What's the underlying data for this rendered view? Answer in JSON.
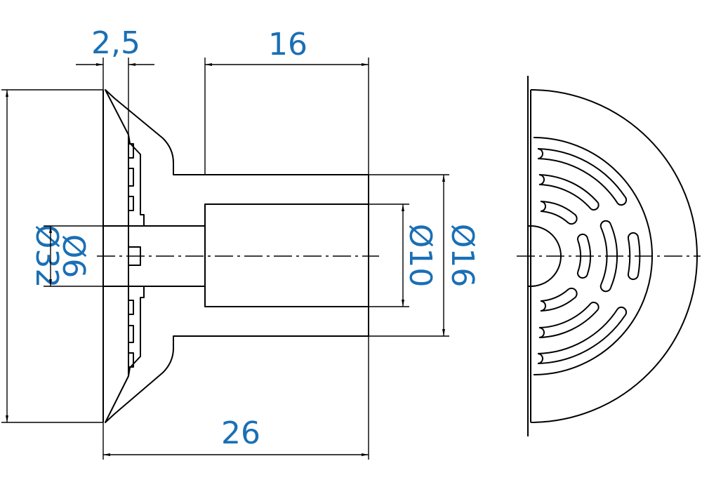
{
  "drawing": {
    "dimension_color": "#1a6fb5",
    "labels": {
      "flange_thickness": "2,5",
      "sleeve_length": "16",
      "overall_length": "26",
      "outer_diameter": "Ø32",
      "bore_diameter": "Ø6",
      "sleeve_bore_diameter": "Ø10",
      "sleeve_outer_diameter": "Ø16"
    }
  }
}
